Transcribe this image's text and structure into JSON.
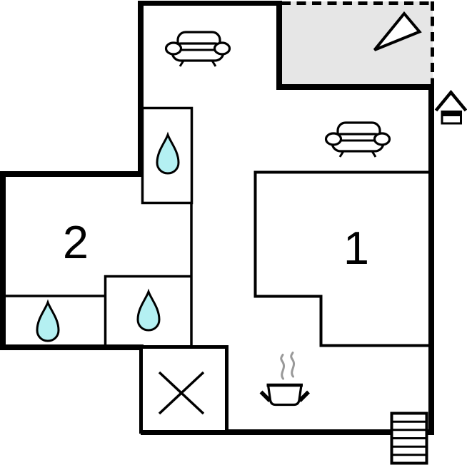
{
  "diagram": {
    "type": "floor-plan",
    "rooms": [
      {
        "label": "1"
      },
      {
        "label": "2"
      }
    ],
    "icons": [
      {
        "name": "sofa-icon",
        "count": 2
      },
      {
        "name": "water-drop-icon",
        "count": 3
      },
      {
        "name": "north-arrow-icon",
        "count": 1
      },
      {
        "name": "entrance-house-icon",
        "count": 1
      },
      {
        "name": "cooking-pot-steam-icon",
        "count": 1
      },
      {
        "name": "cross-box-icon",
        "count": 1
      },
      {
        "name": "stairs-icon",
        "count": 1
      }
    ],
    "colors": {
      "wall": "#000000",
      "background": "#ffffff",
      "terrace_fill": "#e6e6e6",
      "water_drop_fill": "#b4f0f2",
      "steam": "#999999"
    }
  }
}
